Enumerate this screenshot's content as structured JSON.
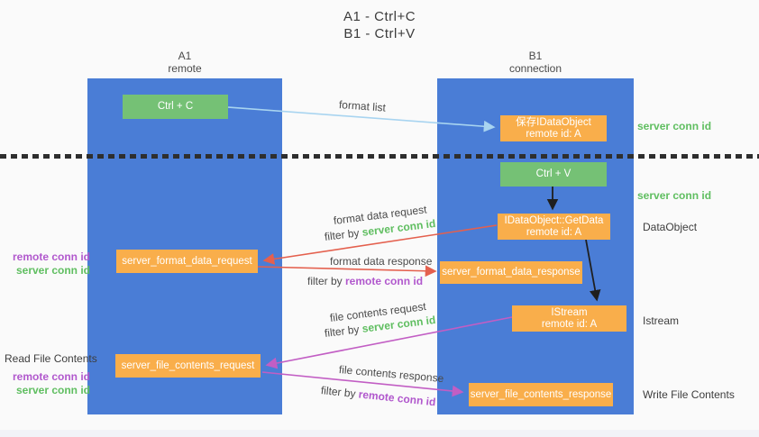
{
  "title": {
    "line1": "A1 - Ctrl+C",
    "line2": "B1 - Ctrl+V"
  },
  "lifelines": {
    "left": {
      "title": "A1",
      "subtitle": "remote"
    },
    "right": {
      "title": "B1",
      "subtitle": "connection"
    }
  },
  "nodes": {
    "ctrl_c": {
      "label": "Ctrl + C"
    },
    "save_dataobject": {
      "label": "保存IDataObject",
      "sublabel": "remote id: A"
    },
    "ctrl_v": {
      "label": "Ctrl + V"
    },
    "getdata": {
      "label": "IDataObject::GetData",
      "sublabel": "remote id: A"
    },
    "format_request": {
      "label": "server_format_data_request"
    },
    "format_response": {
      "label": "server_format_data_response"
    },
    "istream": {
      "label": "IStream",
      "sublabel": "remote id: A"
    },
    "file_request": {
      "label": "server_file_contents_request"
    },
    "file_response": {
      "label": "server_file_contents_response"
    }
  },
  "annotations": {
    "format_list": "format list",
    "server_conn_id_top": "server conn id",
    "server_conn_id_mid": "server conn id",
    "dataobject": "DataObject",
    "istream": "Istream",
    "write_file_contents": "Write File Contents",
    "read_file_contents": "Read File Contents",
    "remote_conn_id": "remote conn id",
    "server_conn_id": "server conn id",
    "format_data_request": "format data request",
    "format_data_response": "format data response",
    "file_contents_request": "file contents request",
    "file_contents_response": "file contents response",
    "filter_by": "filter by ",
    "filter_server_conn_id": "server conn id",
    "filter_remote_conn_id": "remote conn id"
  },
  "colors": {
    "column_blue": "#4a7dd6",
    "green_box": "#75c175",
    "orange_box": "#f9ae4b",
    "arrow_blue": "#a8d4f0",
    "arrow_red": "#e4604e",
    "arrow_magenta": "#c25ec4",
    "arrow_black": "#1f1f1f",
    "green_text": "#5fbe60",
    "purple_text": "#b158cd"
  }
}
